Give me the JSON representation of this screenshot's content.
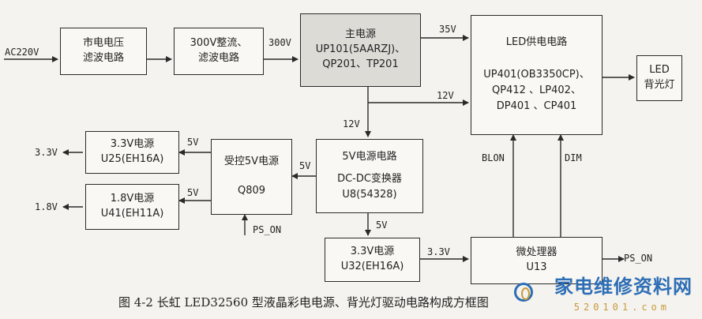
{
  "blocks": {
    "mains_filter": {
      "lines": [
        "市电电压",
        "滤波电路"
      ]
    },
    "rectifier": {
      "lines": [
        "300V整流、",
        "滤波电路"
      ]
    },
    "main_power": {
      "title": "主电源",
      "lines": [
        "UP101(5AARZJ)、",
        "QP201、TP201"
      ]
    },
    "led_power": {
      "title": "LED供电电路",
      "lines": [
        "UP401(OB3350CP)、",
        "QP412 、LP402、",
        "DP401 、CP401"
      ]
    },
    "led_backlight": {
      "lines": [
        "LED",
        "背光灯"
      ]
    },
    "v33_top": {
      "lines": [
        "3.3V电源",
        "U25(EH16A)"
      ]
    },
    "v18": {
      "lines": [
        "1.8V电源",
        "U41(EH11A)"
      ]
    },
    "controlled_5v": {
      "lines": [
        "受控5V电源",
        "Q809"
      ]
    },
    "v5_circuit": {
      "lines": [
        "5V电源电路",
        "DC-DC变换器",
        "U8(54328)"
      ]
    },
    "v33_bottom": {
      "lines": [
        "3.3V电源",
        "U32(EH16A)"
      ]
    },
    "mcu": {
      "lines": [
        "微处理器",
        "U13"
      ]
    }
  },
  "labels": {
    "ac_in": "AC220V",
    "v300": "300V",
    "v35": "35V",
    "v12_right": "12V",
    "v12_down": "12V",
    "out_33_top": "3.3V",
    "v5_top": "5V",
    "v5_mid": "5V",
    "v5_low": "5V",
    "out_18": "1.8V",
    "ps_on_in": "PS_ON",
    "v5_down": "5V",
    "v33_mcu": "3.3V",
    "ps_on_out": "PS_ON",
    "blon": "BLON",
    "dim": "DIM"
  },
  "caption": "图 4-2   长虹 LED32560 型液晶彩电电源、背光灯驱动电路构成方框图",
  "watermark": {
    "text": "家电维修资料网",
    "sub": "520101.com"
  }
}
